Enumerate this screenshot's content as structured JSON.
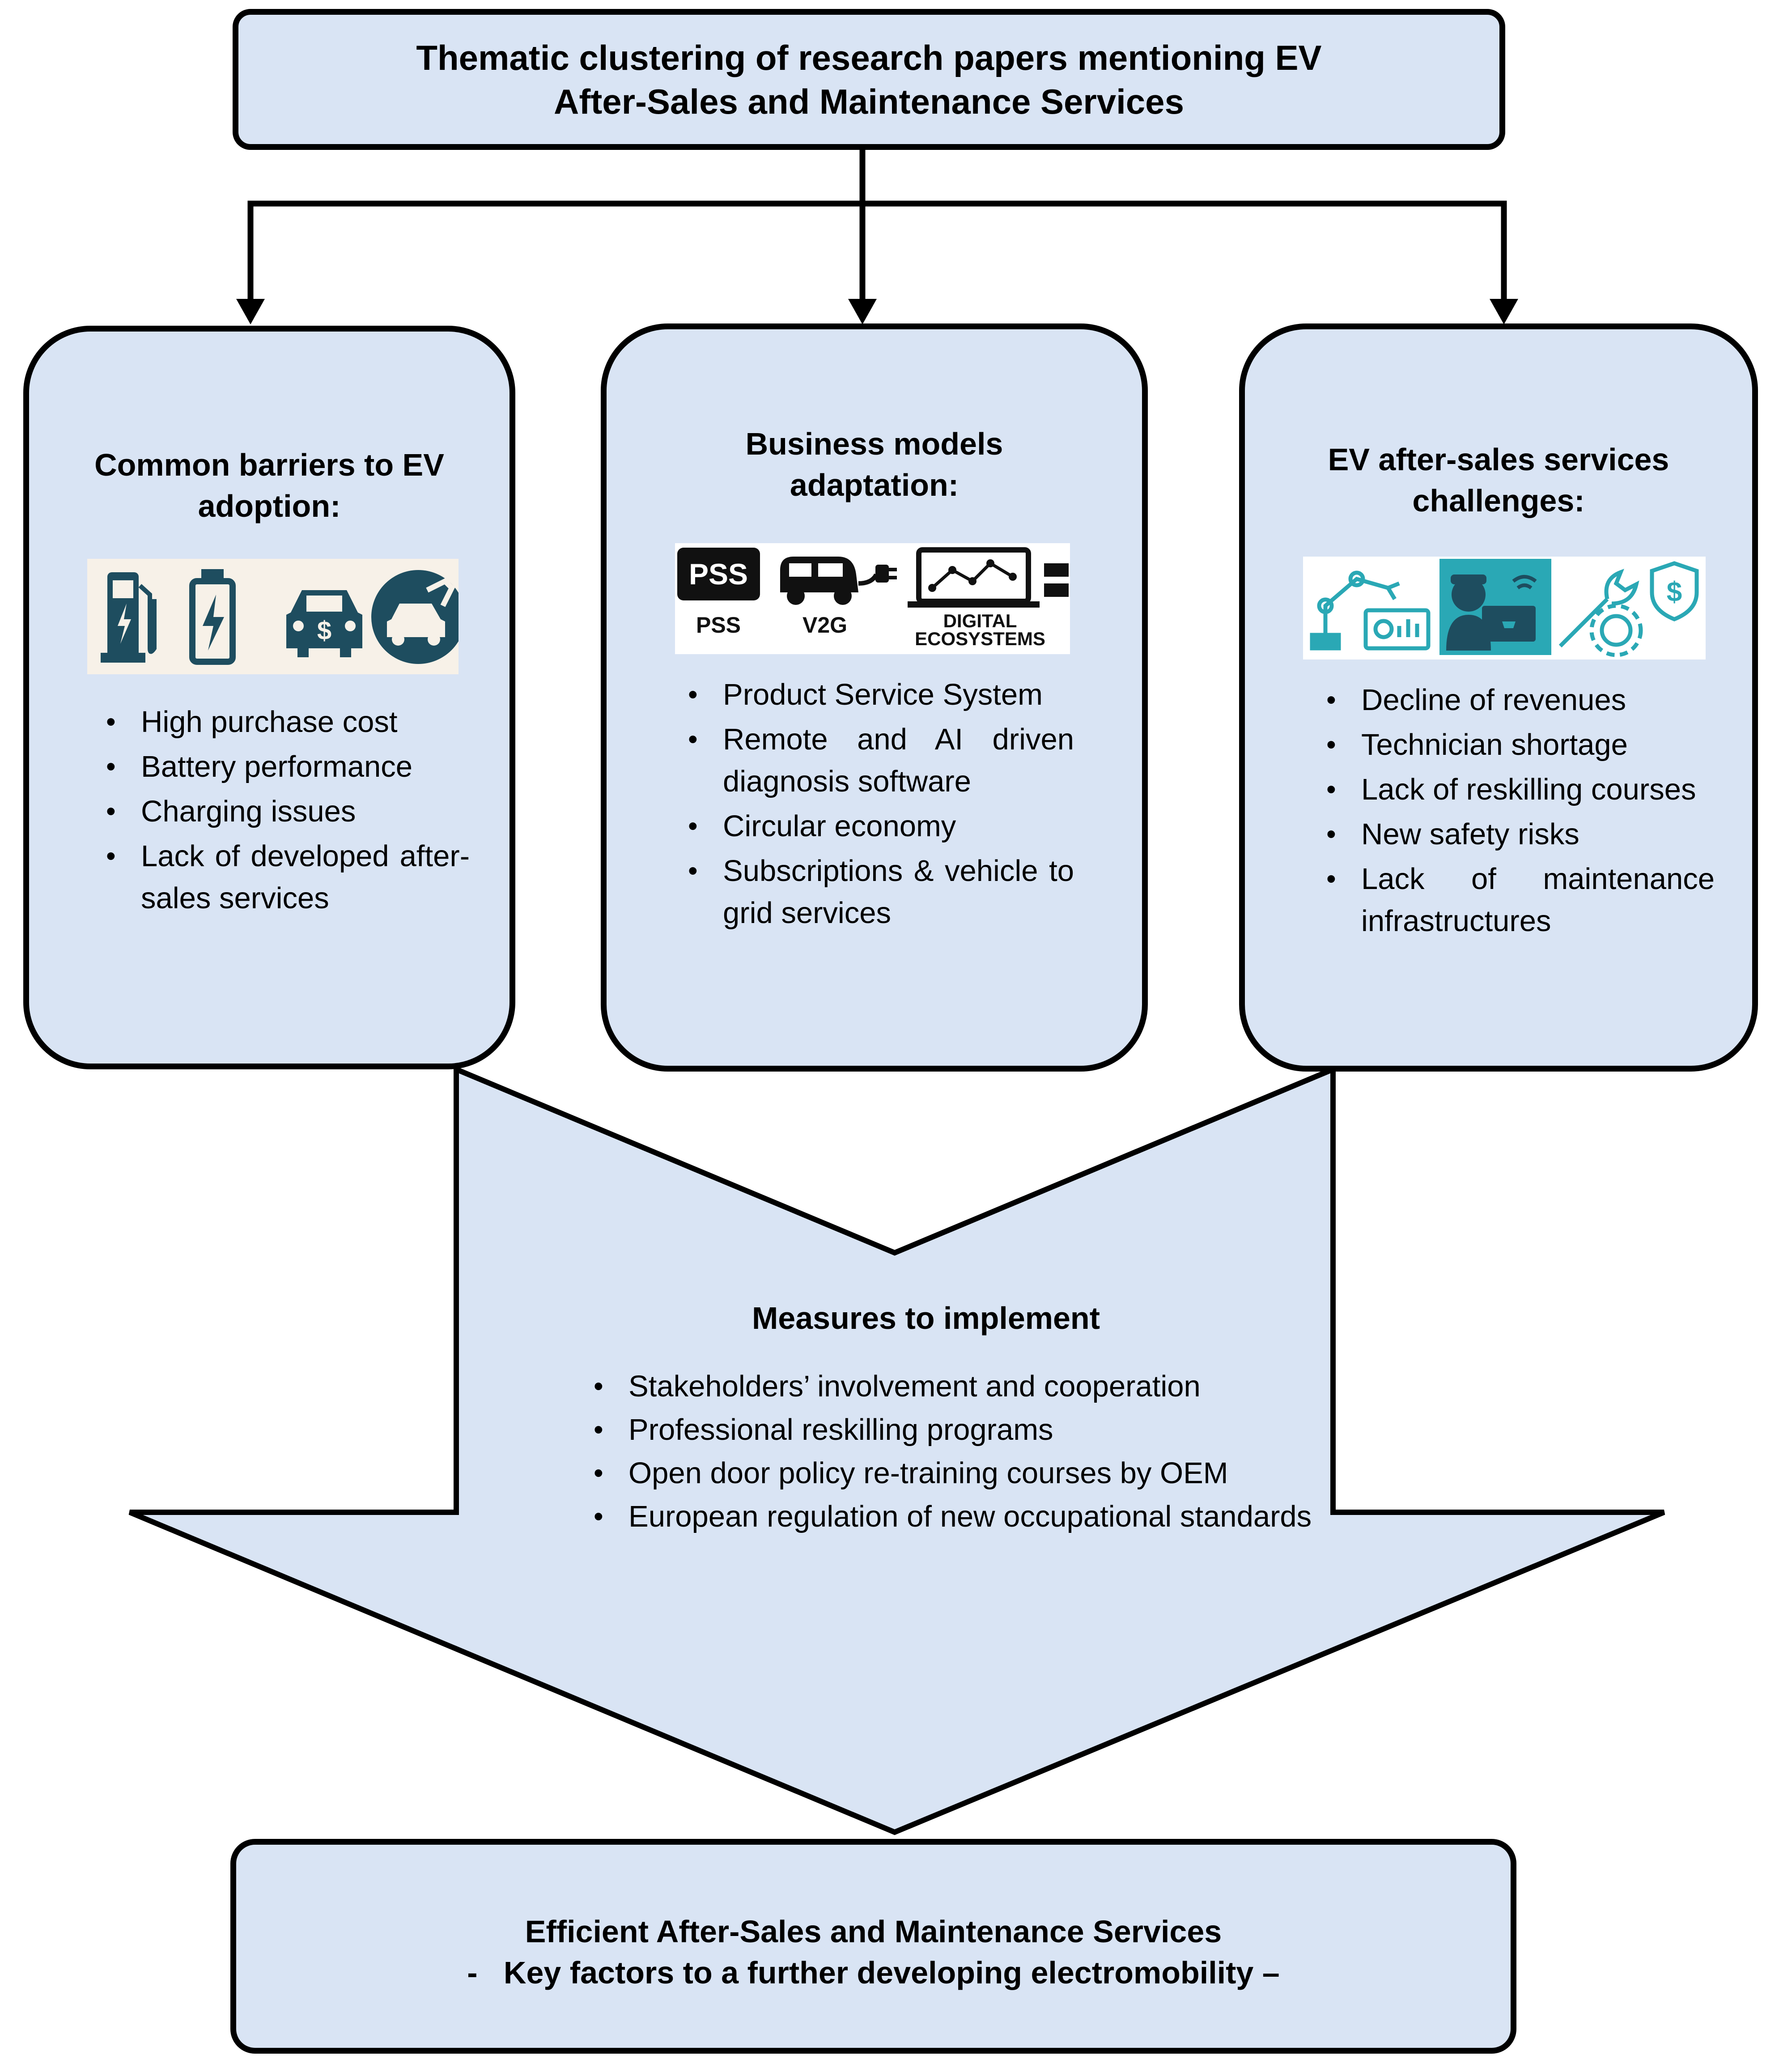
{
  "title": {
    "line1": "Thematic clustering of research papers mentioning EV",
    "line2": "After-Sales and Maintenance Services"
  },
  "columns": [
    {
      "heading_line1": "Common barriers to EV",
      "heading_line2": "adoption:",
      "icons": [
        "fuel-pump-icon",
        "battery-charge-icon",
        "car-dollar-icon",
        "car-service-icon"
      ],
      "items": [
        "High purchase cost",
        "Battery performance",
        "Charging issues",
        "Lack of developed after-sales services"
      ]
    },
    {
      "heading_line1": "Business models",
      "heading_line2": "adaptation:",
      "icon_labels": {
        "pss_badge": "PSS",
        "pss": "PSS",
        "v2g": "V2G",
        "digital_line1": "DIGITAL",
        "digital_line2": "ECOSYSTEMS"
      },
      "items": [
        "Product Service System",
        "Remote and AI driven diagnosis software",
        "Circular economy",
        "Subscriptions & vehicle to grid services"
      ]
    },
    {
      "heading_line1": "EV after-sales services",
      "heading_line2": "challenges:",
      "icons": [
        "robot-arm-icon",
        "technician-laptop-icon",
        "wrench-gear-dollar-icon"
      ],
      "items": [
        "Decline of revenues",
        "Technician shortage",
        "Lack of reskilling courses",
        "New safety risks",
        "Lack of maintenance infrastructures"
      ]
    }
  ],
  "measures": {
    "title": "Measures to implement",
    "items": [
      "Stakeholders’  involvement and cooperation",
      "Professional reskilling programs",
      "Open door policy re-training courses by OEM",
      "European regulation of new occupational standards"
    ]
  },
  "result": {
    "line1": "Efficient After-Sales and Maintenance Services",
    "line2": "-   Key factors to a further developing electromobility –"
  },
  "colors": {
    "box_fill": "#d9e4f4",
    "stroke": "#000000",
    "icon_dark": "#1e4d5f",
    "icon_teal": "#2aa8b5"
  }
}
